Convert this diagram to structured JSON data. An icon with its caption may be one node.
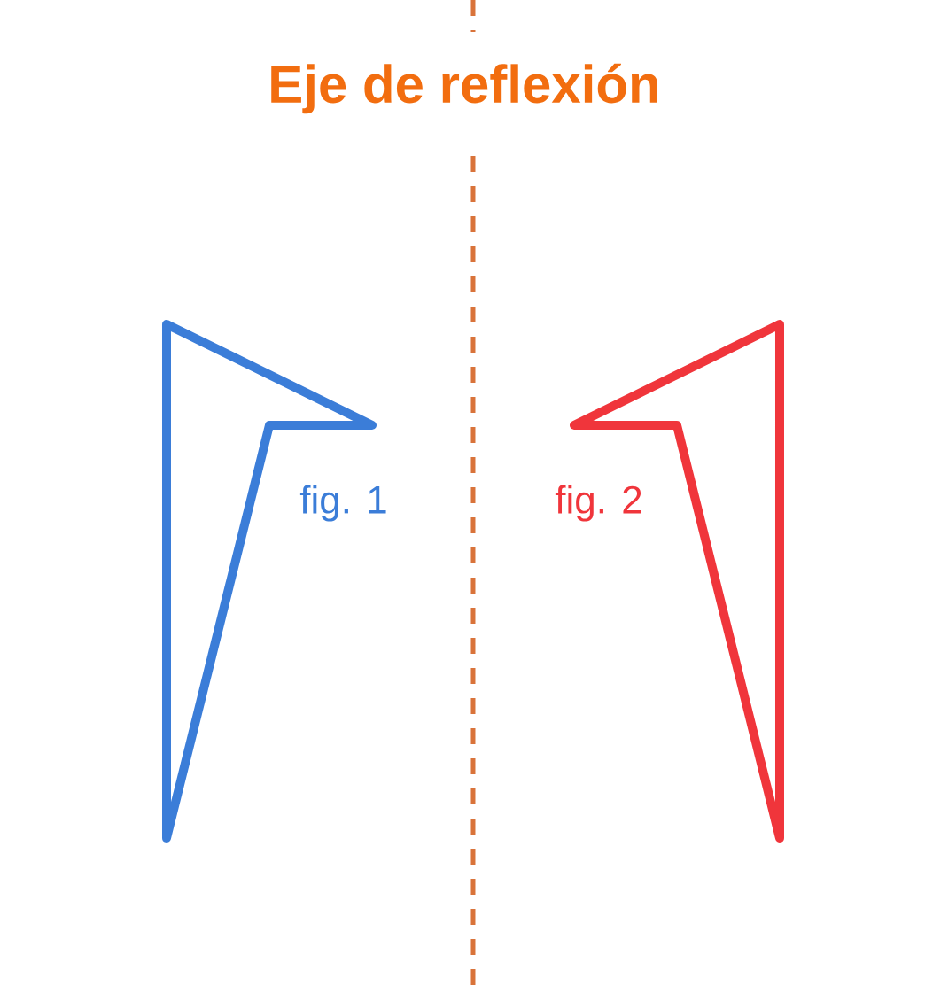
{
  "diagram": {
    "title": "Eje de reflexión",
    "labels": [
      "fig. 1",
      "fig. 2"
    ]
  }
}
